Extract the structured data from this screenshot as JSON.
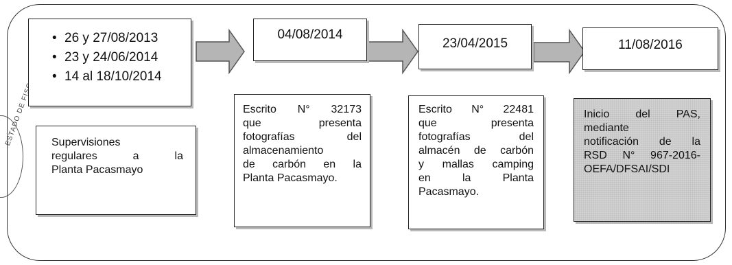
{
  "timeline": {
    "dates_list": [
      "26 y 27/08/2013",
      "23 y 24/06/2014",
      "14 al 18/10/2014"
    ],
    "milestone_dates": [
      "04/08/2014",
      "23/04/2015",
      "11/08/2016"
    ],
    "descriptions": [
      {
        "lines": [
          "Supervisiones",
          "regulares a la",
          "Planta Pacasmayo"
        ],
        "shaded": false
      },
      {
        "lines": [
          "Escrito N° 32173",
          "que presenta",
          "fotografías del",
          "almacenamiento",
          "de carbón en la",
          "Planta Pacasmayo."
        ],
        "shaded": false
      },
      {
        "lines": [
          "Escrito N° 22481",
          "que presenta",
          "fotografías del",
          "almacén de carbón",
          "y mallas camping",
          "en la Planta",
          "Pacasmayo."
        ],
        "shaded": false
      },
      {
        "lines": [
          "Inicio del PAS,",
          "mediante",
          "notificación de la",
          "RSD N° 967-2016-",
          "OEFA/DFSAI/SDI"
        ],
        "shaded": true
      }
    ]
  },
  "seal": {
    "text": "ESTADO DE FISC"
  },
  "colors": {
    "arrow_fill": "#b5b5b5",
    "arrow_stroke": "#555555",
    "shaded_box": "#d2d2d2"
  }
}
